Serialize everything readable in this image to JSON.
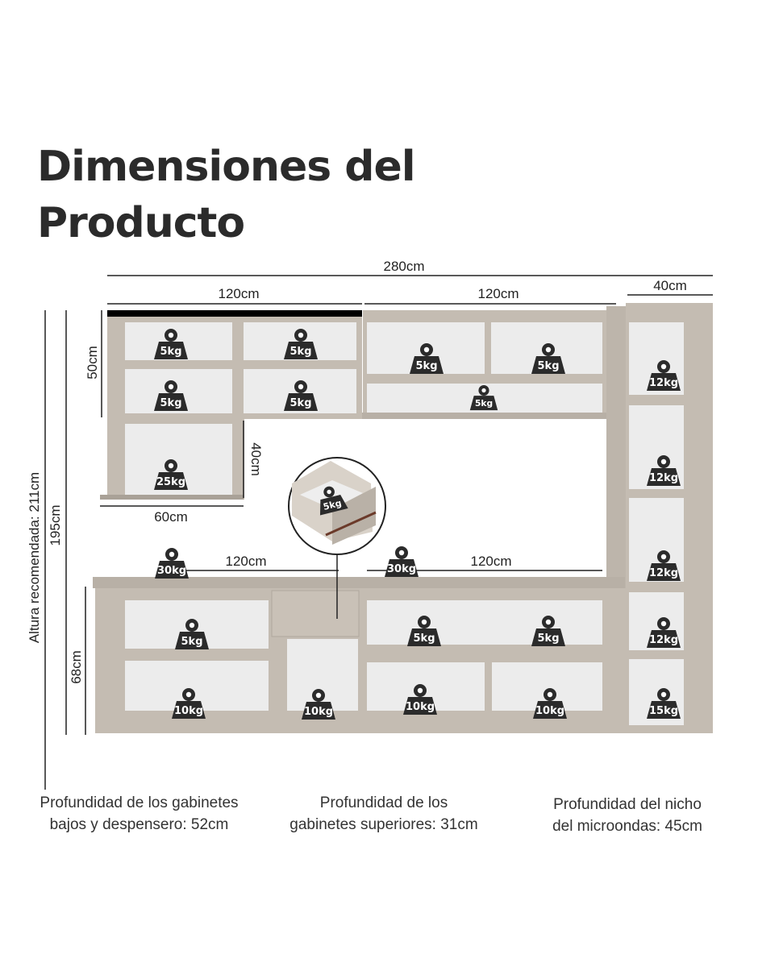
{
  "title": {
    "line1": "Dimensiones del",
    "line2": "Producto"
  },
  "dimensions": {
    "total_width": "280cm",
    "upper_left_width": "120cm",
    "upper_right_width": "120cm",
    "tower_width": "40cm",
    "upper_height": "50cm",
    "pantry_height": "40cm",
    "pantry_width": "60cm",
    "counter_left_width": "120cm",
    "counter_right_width": "120cm",
    "base_height": "68cm",
    "total_height": "195cm",
    "recommended_height": "Altura recomendada: 211cm"
  },
  "weights": {
    "ul_1": "5kg",
    "ul_2": "5kg",
    "ul_3": "5kg",
    "ul_4": "5kg",
    "ur_1": "5kg",
    "ur_2": "5kg",
    "ur_3": "5kg",
    "pantry": "25kg",
    "drawer": "5kg",
    "counter_left": "30kg",
    "counter_right": "30kg",
    "bl_1": "5kg",
    "bl_2": "10kg",
    "bm": "10kg",
    "br_1": "5kg",
    "br_2": "5kg",
    "br_3": "10kg",
    "br_4": "10kg",
    "t_1": "12kg",
    "t_2": "12kg",
    "t_3": "12kg",
    "t_4": "12kg",
    "t_5": "15kg"
  },
  "captions": {
    "left_1": "Profundidad de los gabinetes",
    "left_2": "bajos y despensero: 52cm",
    "mid_1": "Profundidad de los",
    "mid_2": "gabinetes superiores: 31cm",
    "right_1": "Profundidad del nicho",
    "right_2": "del microondas: 45cm"
  },
  "colors": {
    "frame": "#c4bcb2",
    "frame_dark": "#a9a197",
    "interior": "#ececec",
    "weight_icon": "#2b2b2b"
  }
}
